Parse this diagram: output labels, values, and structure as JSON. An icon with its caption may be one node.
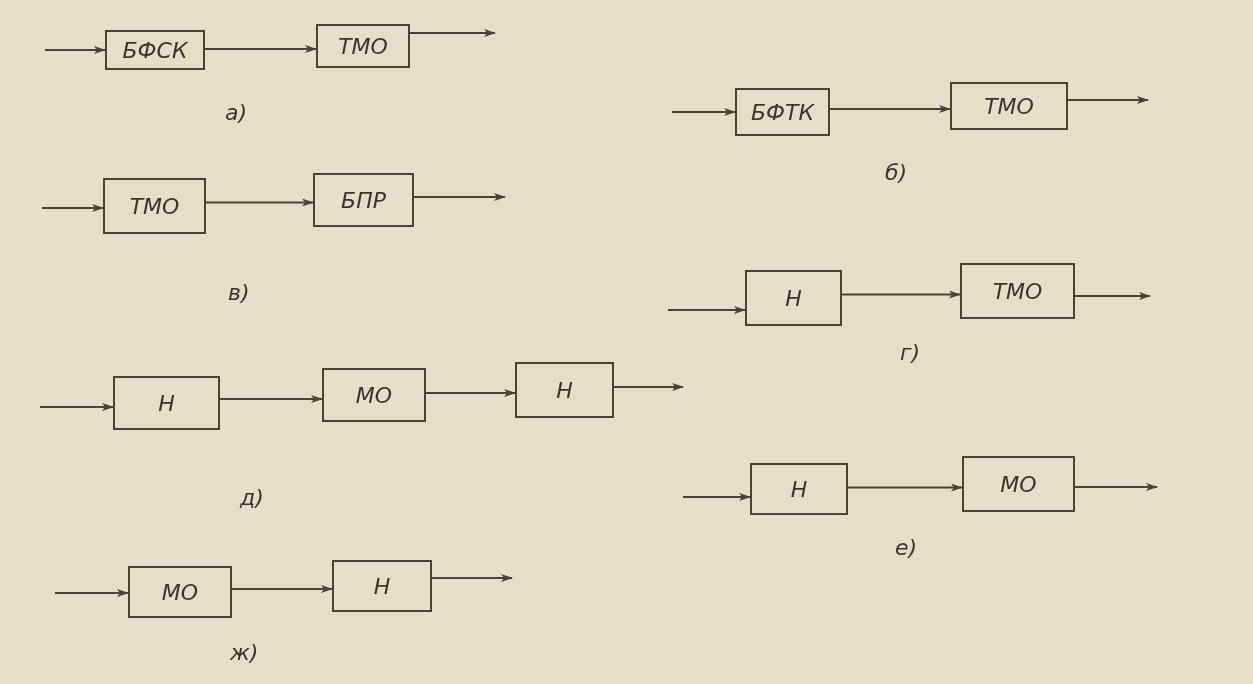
{
  "diagram": {
    "nodes": [
      {
        "text": [
          "БФСК"
        ]
      },
      {
        "text": [
          "ТМО"
        ]
      },
      {
        "text": [
          "БФТК"
        ]
      },
      {
        "text": [
          "ТМО"
        ]
      },
      {
        "text": [
          "ТМО"
        ]
      },
      {
        "text": [
          "БПР"
        ]
      },
      {
        "text": [
          "Н"
        ]
      },
      {
        "text": [
          "ТМО"
        ]
      },
      {
        "text": [
          "Н"
        ]
      },
      {
        "text": [
          "МО"
        ]
      },
      {
        "text": [
          "Н"
        ]
      },
      {
        "text": [
          "Н"
        ]
      },
      {
        "text": [
          "МО"
        ]
      },
      {
        "text": [
          "МО"
        ]
      },
      {
        "text": [
          "Н"
        ]
      }
    ],
    "edges": [
      {
        "from": null,
        "to": 0,
        "arrow": "to"
      },
      {
        "from": 0,
        "to": 1,
        "arrow": "to"
      },
      {
        "from": 1,
        "to": null,
        "arrow": "to"
      },
      {
        "from": null,
        "to": 2,
        "arrow": "to"
      },
      {
        "from": 2,
        "to": 3,
        "arrow": "to"
      },
      {
        "from": 3,
        "to": null,
        "arrow": "to"
      },
      {
        "from": null,
        "to": 4,
        "arrow": "to"
      },
      {
        "from": 4,
        "to": 5,
        "arrow": "to"
      },
      {
        "from": 5,
        "to": null,
        "arrow": "to"
      },
      {
        "from": null,
        "to": 6,
        "arrow": "to"
      },
      {
        "from": 6,
        "to": 7,
        "arrow": "to"
      },
      {
        "from": 7,
        "to": null,
        "arrow": "to"
      },
      {
        "from": null,
        "to": 8,
        "arrow": "to"
      },
      {
        "from": 8,
        "to": 9,
        "arrow": "to"
      },
      {
        "from": 9,
        "to": 10,
        "arrow": "to"
      },
      {
        "from": 10,
        "to": null,
        "arrow": "to"
      },
      {
        "from": null,
        "to": 11,
        "arrow": "to"
      },
      {
        "from": 11,
        "to": 12,
        "arrow": "to"
      },
      {
        "from": 12,
        "to": null,
        "arrow": "to"
      },
      {
        "from": null,
        "to": 13,
        "arrow": "to"
      },
      {
        "from": 13,
        "to": 14,
        "arrow": "to"
      },
      {
        "from": 14,
        "to": null,
        "arrow": "to"
      }
    ],
    "labels": [
      "а)",
      "б)",
      "в)",
      "г)",
      "д)",
      "е)",
      "ж)"
    ]
  }
}
